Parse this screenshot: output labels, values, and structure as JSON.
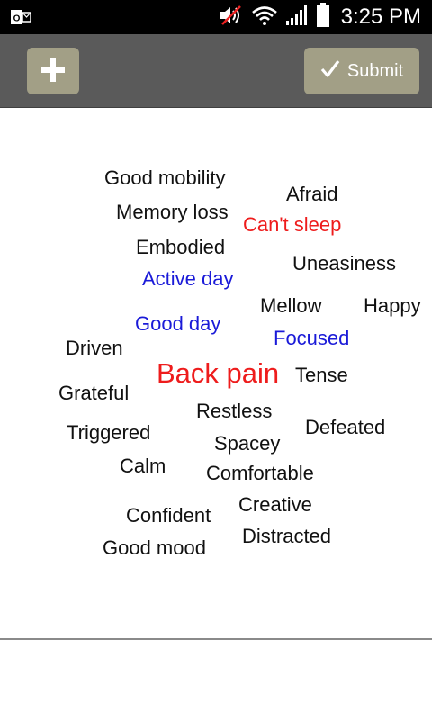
{
  "status_bar": {
    "time": "3:25 PM",
    "icons": [
      "outlook-icon",
      "volume-muted-icon",
      "wifi-icon",
      "signal-icon",
      "battery-icon"
    ]
  },
  "colors": {
    "accent_button": "#a29f86",
    "action_bar": "#5a5a5a",
    "negative": "#ee1c1c",
    "positive": "#1a1ad8",
    "neutral": "#111111"
  },
  "toolbar": {
    "submit_label": "Submit",
    "add_icon": "plus-icon",
    "submit_icon": "checkmark-icon"
  },
  "words": {
    "good_mobility": "Good mobility",
    "afraid": "Afraid",
    "memory_loss": "Memory loss",
    "cant_sleep": "Can't sleep",
    "embodied": "Embodied",
    "uneasiness": "Uneasiness",
    "active_day": "Active day",
    "mellow": "Mellow",
    "happy": "Happy",
    "good_day": "Good day",
    "focused": "Focused",
    "driven": "Driven",
    "back_pain": "Back pain",
    "tense": "Tense",
    "grateful": "Grateful",
    "restless": "Restless",
    "defeated": "Defeated",
    "triggered": "Triggered",
    "spacey": "Spacey",
    "calm": "Calm",
    "comfortable": "Comfortable",
    "creative": "Creative",
    "confident": "Confident",
    "distracted": "Distracted",
    "good_mood": "Good mood"
  }
}
